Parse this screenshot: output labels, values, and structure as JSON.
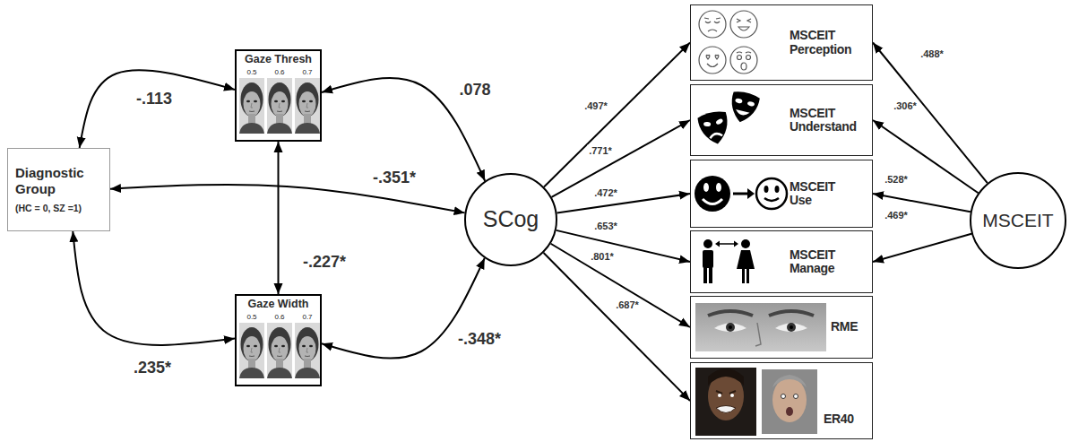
{
  "diagram": {
    "nodes": [
      {
        "text": [
          "Diagnostic Group",
          "(HC = 0, SZ =1)"
        ]
      },
      {
        "text": [
          "Gaze Thresh"
        ]
      },
      {
        "text": [
          "Gaze Width"
        ]
      },
      {
        "text": [
          "SCog"
        ]
      },
      {
        "text": [
          "MSCEIT Perception"
        ]
      },
      {
        "text": [
          "MSCEIT Understand"
        ]
      },
      {
        "text": [
          "MSCEIT Use"
        ]
      },
      {
        "text": [
          "MSCEIT Manage"
        ]
      },
      {
        "text": [
          "RME"
        ]
      },
      {
        "text": [
          "ER40"
        ]
      },
      {
        "text": [
          "MSCEIT"
        ]
      }
    ],
    "edges": [
      {
        "from": 0,
        "to": 1,
        "label": "-.113",
        "arrow": "both"
      },
      {
        "from": 0,
        "to": 3,
        "label": "-.351*",
        "arrow": "both"
      },
      {
        "from": 0,
        "to": 2,
        "label": ".235*",
        "arrow": "both"
      },
      {
        "from": 1,
        "to": 3,
        "label": ".078",
        "arrow": "both"
      },
      {
        "from": 1,
        "to": 2,
        "label": "-.227*",
        "arrow": "both"
      },
      {
        "from": 2,
        "to": 3,
        "label": "-.348*",
        "arrow": "both"
      },
      {
        "from": 3,
        "to": 4,
        "label": ".497*",
        "arrow": "to"
      },
      {
        "from": 3,
        "to": 5,
        "label": ".771*",
        "arrow": "to"
      },
      {
        "from": 3,
        "to": 6,
        "label": ".472*",
        "arrow": "to"
      },
      {
        "from": 3,
        "to": 7,
        "label": ".653*",
        "arrow": "to"
      },
      {
        "from": 3,
        "to": 8,
        "label": ".801*",
        "arrow": "to"
      },
      {
        "from": 3,
        "to": 9,
        "label": ".687*",
        "arrow": "to"
      },
      {
        "from": 10,
        "to": 4,
        "label": ".488*",
        "arrow": "to"
      },
      {
        "from": 10,
        "to": 5,
        "label": ".306*",
        "arrow": "to"
      },
      {
        "from": 10,
        "to": 6,
        "label": ".528*",
        "arrow": "to"
      },
      {
        "from": 10,
        "to": 7,
        "label": ".469*",
        "arrow": "to"
      }
    ],
    "labels": [
      "0.5",
      "0.6",
      "0.7",
      "0.5",
      "0.6",
      "0.7"
    ]
  }
}
